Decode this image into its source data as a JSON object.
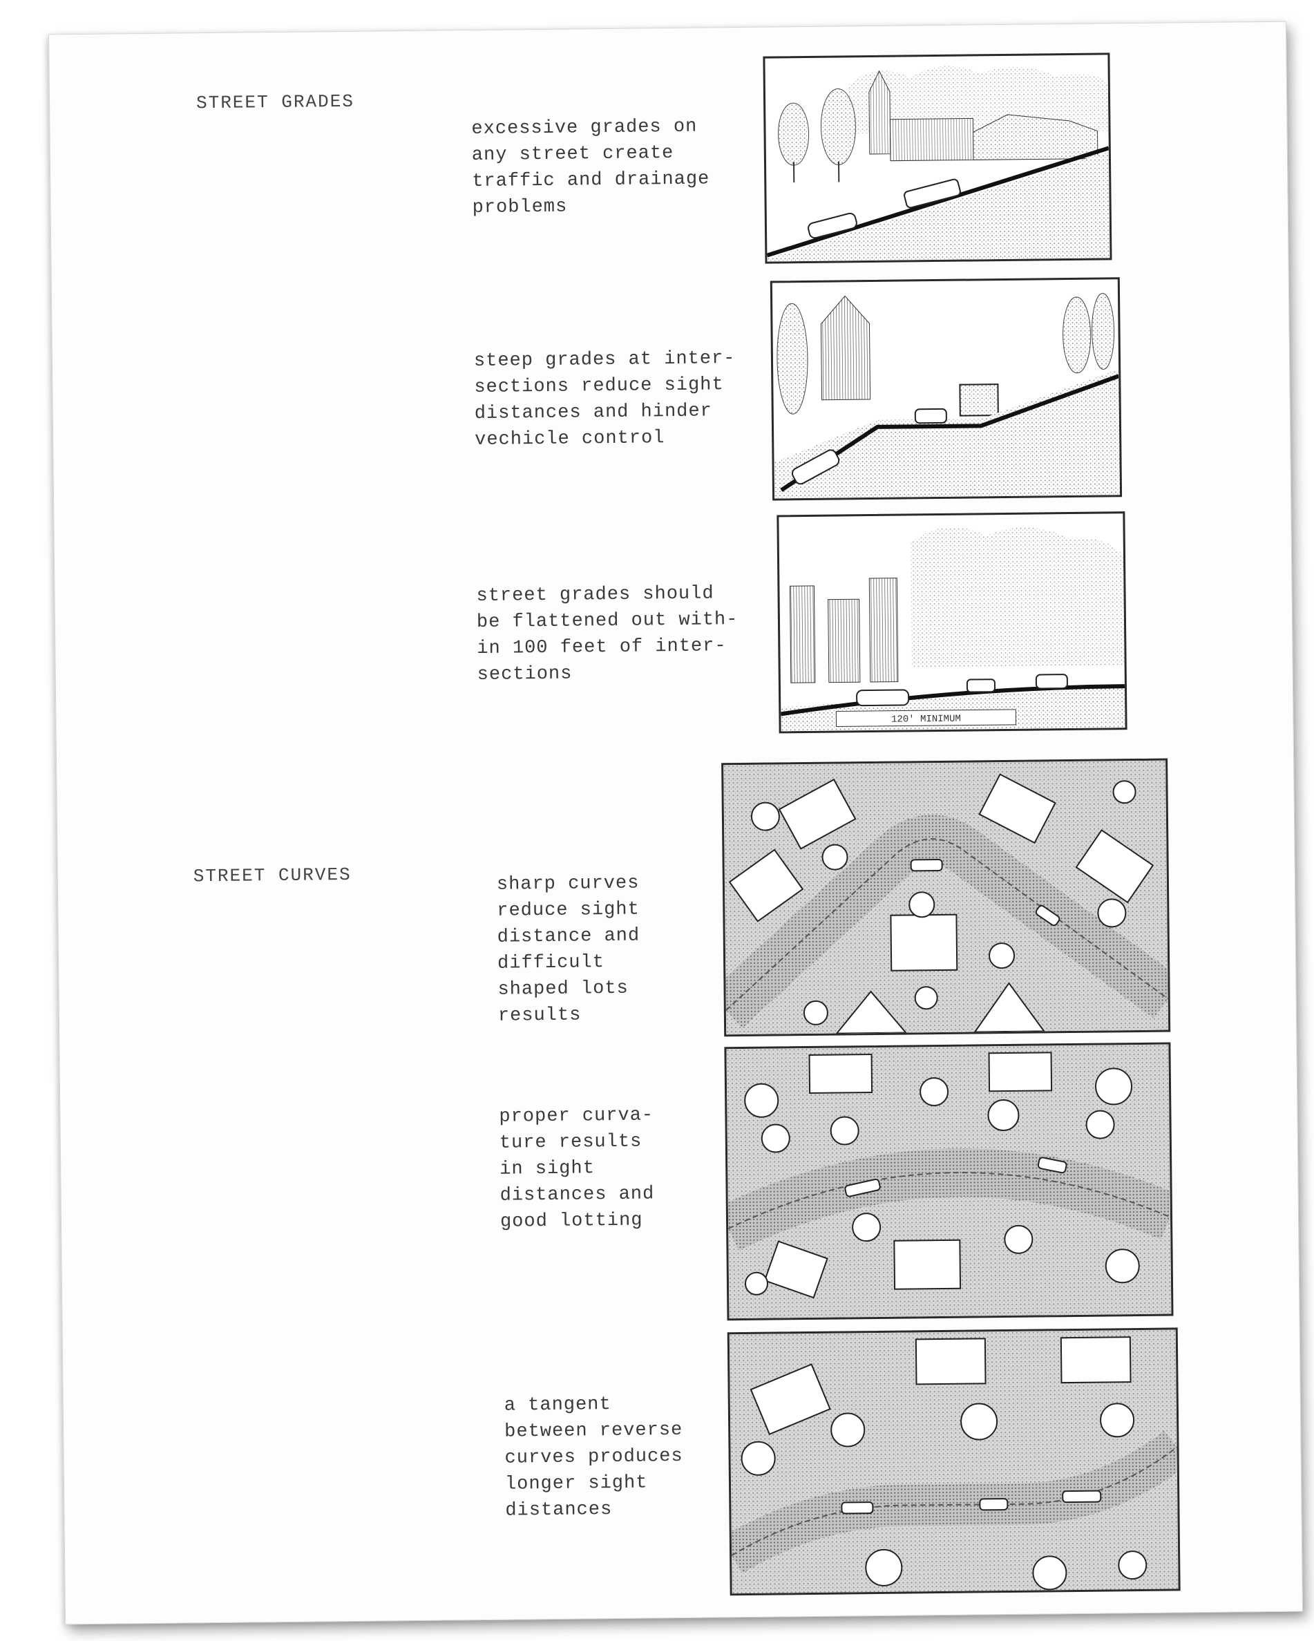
{
  "sections": {
    "grades": {
      "heading": "STREET GRADES",
      "items": [
        {
          "caption": "excessive grades on\nany street create\ntraffic and drainage\nproblems",
          "illustration": "steep-street-illustration"
        },
        {
          "caption": "steep grades at inter-\nsections reduce sight\ndistances and hinder\nvechicle control",
          "illustration": "steep-intersection-illustration"
        },
        {
          "caption": "street grades should\nbe flattened out with-\nin 100 feet of inter-\nsections",
          "illustration": "flattened-intersection-illustration",
          "dimension_label": "120' MINIMUM"
        }
      ]
    },
    "curves": {
      "heading": "STREET CURVES",
      "items": [
        {
          "caption": "sharp curves\nreduce sight\ndistance and\ndifficult\nshaped lots\nresults",
          "illustration": "sharp-curve-plan"
        },
        {
          "caption": "proper curva-\nture results\nin sight\ndistances and\ngood lotting",
          "illustration": "proper-curve-plan"
        },
        {
          "caption": "a tangent\nbetween reverse\ncurves produces\nlonger sight\ndistances",
          "illustration": "reverse-curve-plan"
        }
      ]
    }
  }
}
